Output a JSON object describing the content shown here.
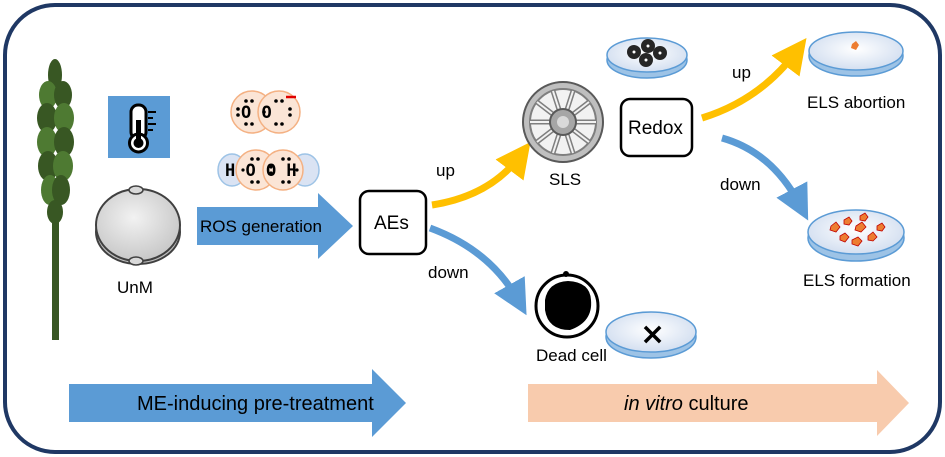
{
  "labels": {
    "unm": "UnM",
    "ros_generation": "ROS generation",
    "aes": "AEs",
    "up_top": "up",
    "down_bottom": "down",
    "sls": "SLS",
    "dead_cell": "Dead cell",
    "redox": "Redox",
    "up_right": "up",
    "down_right": "down",
    "els_abortion": "ELS abortion",
    "els_formation": "ELS formation",
    "me_pretreatment": "ME-inducing pre-treatment",
    "in_vitro": "in vitro",
    "culture": " culture",
    "superoxide": "O O",
    "peroxide": "H O O H",
    "cross": "×"
  },
  "colors": {
    "frame": "#1f3864",
    "blue_arrow": "#5b9bd5",
    "yellow_arrow": "#ffc000",
    "peach_arrow": "#f8cbad",
    "wheat": "#385723",
    "thermo_bg": "#5b9bd5",
    "dish_fill": "#dae3f3",
    "els_orange": "#ed7d31"
  },
  "icons": {
    "wheat": "wheat-spike-icon",
    "thermometer": "thermometer-icon",
    "microspore": "microspore-icon",
    "sls": "star-like-structure-icon",
    "dead_cell": "dead-cell-icon",
    "petri": "petri-dish-icon"
  }
}
